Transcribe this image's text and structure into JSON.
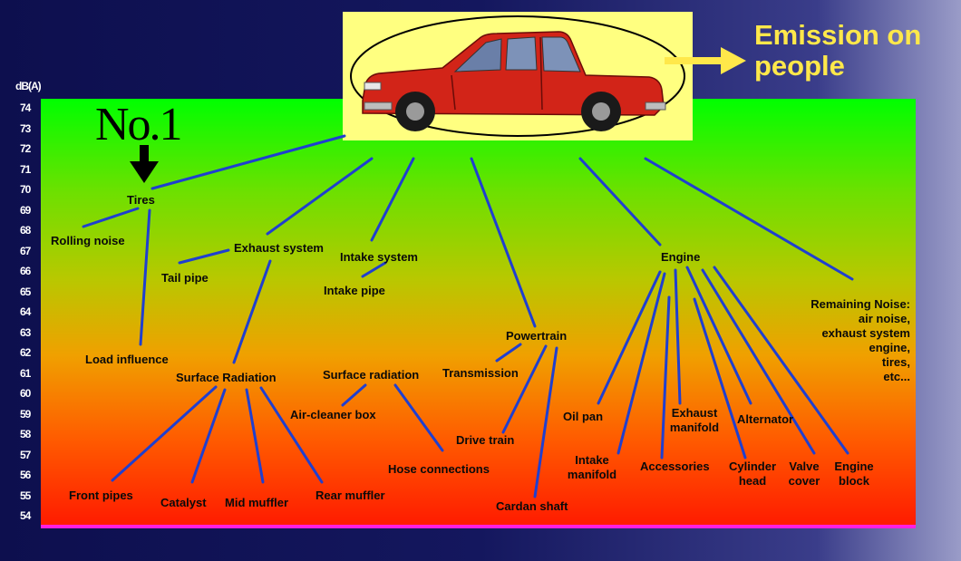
{
  "header": {
    "emission_line1": "Emission on",
    "emission_line2": "people",
    "no1": "No.1"
  },
  "scale": {
    "unit": "dB(A)",
    "ticks": [
      "74",
      "73",
      "72",
      "71",
      "70",
      "69",
      "68",
      "67",
      "66",
      "65",
      "64",
      "63",
      "62",
      "61",
      "60",
      "59",
      "58",
      "57",
      "56",
      "55",
      "54"
    ]
  },
  "colors": {
    "connector": "#1f3fd0",
    "arrow": "#ffe84a",
    "car_body": "#d22418",
    "highlight_box": "#ffff80",
    "baseline": "#ff1fe0"
  },
  "nodes": {
    "tires": "Tires",
    "rolling_noise": "Rolling noise",
    "load_influence": "Load influence",
    "exhaust_system": "Exhaust system",
    "tail_pipe": "Tail pipe",
    "surface_radiation_exhaust": "Surface Radiation",
    "front_pipes": "Front pipes",
    "catalyst": "Catalyst",
    "mid_muffler": "Mid muffler",
    "rear_muffler": "Rear muffler",
    "intake_system": "Intake system",
    "intake_pipe": "Intake pipe",
    "surface_radiation_intake": "Surface radiation",
    "air_cleaner_box": "Air-cleaner box",
    "hose_connections": "Hose connections",
    "powertrain": "Powertrain",
    "transmission": "Transmission",
    "drive_train": "Drive train",
    "cardan_shaft": "Cardan shaft",
    "engine": "Engine",
    "oil_pan": "Oil pan",
    "intake_manifold_1": "Intake",
    "intake_manifold_2": "manifold",
    "accessories": "Accessories",
    "exhaust_manifold_1": "Exhaust",
    "exhaust_manifold_2": "manifold",
    "alternator": "Alternator",
    "cylinder_head_1": "Cylinder",
    "cylinder_head_2": "head",
    "valve_cover_1": "Valve",
    "valve_cover_2": "cover",
    "engine_block_1": "Engine",
    "engine_block_2": "block",
    "remaining_1": "Remaining Noise:",
    "remaining_2": "air noise,",
    "remaining_3": "exhaust system",
    "remaining_4": "engine,",
    "remaining_5": "tires,",
    "remaining_6": "etc..."
  }
}
